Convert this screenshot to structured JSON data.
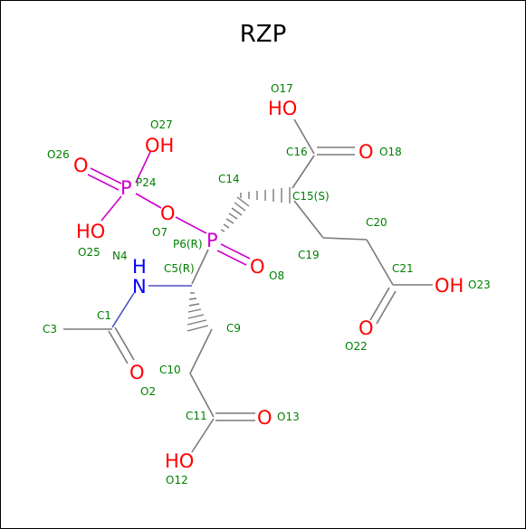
{
  "title": "RZP",
  "colors": {
    "oxygen": "#ff0000",
    "nitrogen": "#0000ff",
    "phosphorus": "#cc00cc",
    "carbon_bond": "#7a7a7a",
    "atom_label": "#008000"
  },
  "atom_symbols": {
    "O17_OH": "HO",
    "O18": "O",
    "O27_OH": "OH",
    "O26": "O",
    "P24": "P",
    "O25_HO": "HO",
    "O7": "O",
    "P6": "P",
    "O8": "O",
    "N4_H": "H",
    "N4_N": "N",
    "O2": "O",
    "O13": "O",
    "O12_HO": "HO",
    "O23_OH": "OH",
    "O22": "O"
  },
  "atom_labels": {
    "O17": "O17",
    "C16": "C16",
    "O18": "O18",
    "O27": "O27",
    "O26": "O26",
    "P24": "P24",
    "C14": "C14",
    "C15": "C15(S)",
    "C20": "C20",
    "O25": "O25",
    "O7": "O7",
    "P6": "P6(R)",
    "N4": "N4",
    "C5": "C5(R)",
    "C19": "C19",
    "C21": "C21",
    "O8": "O8",
    "O23": "O23",
    "C1": "C1",
    "C3": "C3",
    "C9": "C9",
    "O22": "O22",
    "C10": "C10",
    "O2": "O2",
    "C11": "C11",
    "O13": "O13",
    "O12": "O12"
  }
}
